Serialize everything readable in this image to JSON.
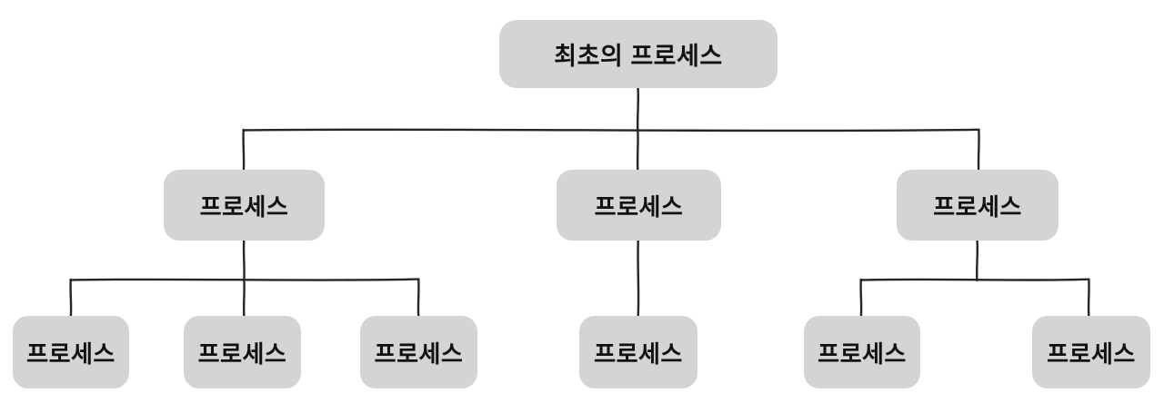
{
  "diagram": {
    "type": "tree",
    "description": "Process hierarchy tree: an initial process spawning child processes",
    "colors": {
      "background": "#ffffff",
      "node_fill": "#d4d4d4",
      "node_text": "#111111",
      "connector": "#262626"
    },
    "nodes": [
      {
        "id": "root",
        "label": "최초의 프로세스",
        "parent": null,
        "level": 1
      },
      {
        "id": "p1",
        "label": "프로세스",
        "parent": "root",
        "level": 2
      },
      {
        "id": "p2",
        "label": "프로세스",
        "parent": "root",
        "level": 2
      },
      {
        "id": "p3",
        "label": "프로세스",
        "parent": "root",
        "level": 2
      },
      {
        "id": "p1c1",
        "label": "프로세스",
        "parent": "p1",
        "level": 3
      },
      {
        "id": "p1c2",
        "label": "프로세스",
        "parent": "p1",
        "level": 3
      },
      {
        "id": "p1c3",
        "label": "프로세스",
        "parent": "p1",
        "level": 3
      },
      {
        "id": "p2c1",
        "label": "프로세스",
        "parent": "p2",
        "level": 3
      },
      {
        "id": "p3c1",
        "label": "프로세스",
        "parent": "p3",
        "level": 3
      },
      {
        "id": "p3c2",
        "label": "프로세스",
        "parent": "p3",
        "level": 3
      }
    ]
  }
}
